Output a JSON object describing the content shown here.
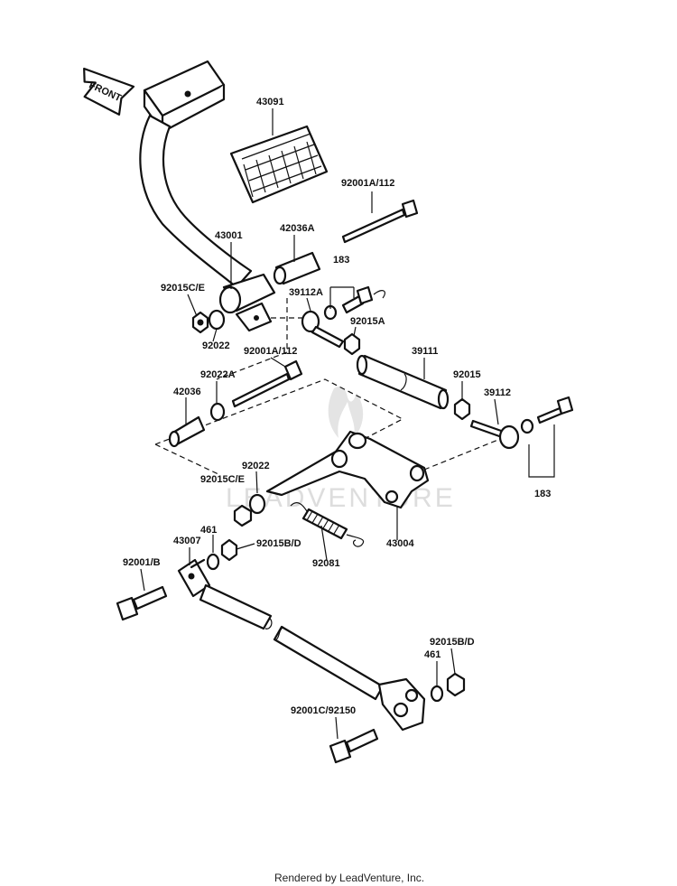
{
  "front_arrow": "FRONT",
  "labels": {
    "p43091": "43091",
    "p92001A112_top": "92001A/112",
    "p43001": "43001",
    "p42036A": "42036A",
    "p183_top": "183",
    "p92015CE_top": "92015C/E",
    "p39112A": "39112A",
    "p92015A": "92015A",
    "p92022_top": "92022",
    "p92001A112_mid": "92001A/112",
    "p39111": "39111",
    "p92022A": "92022A",
    "p92015": "92015",
    "p39112": "39112",
    "p42036": "42036",
    "p92015CE_mid": "92015C/E",
    "p92022_mid": "92022",
    "p183_right": "183",
    "p461_top": "461",
    "p43007": "43007",
    "p92015BD_top": "92015B/D",
    "p43004": "43004",
    "p92001B": "92001/B",
    "p92081": "92081",
    "p92015BD_bot": "92015B/D",
    "p461_bot": "461",
    "p92001C92150": "92001C/92150"
  },
  "watermark": "LEADVENTURE",
  "footer": "Rendered by LeadVenture, Inc."
}
